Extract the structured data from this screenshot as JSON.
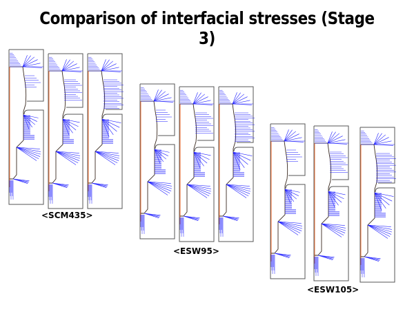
{
  "title": "Comparison of interfacial stresses (Stage 3)",
  "groups": [
    {
      "label": "<SCM435>",
      "panels": 3
    },
    {
      "label": "<ESW95>",
      "panels": 3
    },
    {
      "label": "<ESW105>",
      "panels": 3
    }
  ],
  "colors": {
    "stress": "#1a1aff",
    "axis": "#ff7a3c",
    "profile": "#3a2a20",
    "box": "#555555"
  }
}
